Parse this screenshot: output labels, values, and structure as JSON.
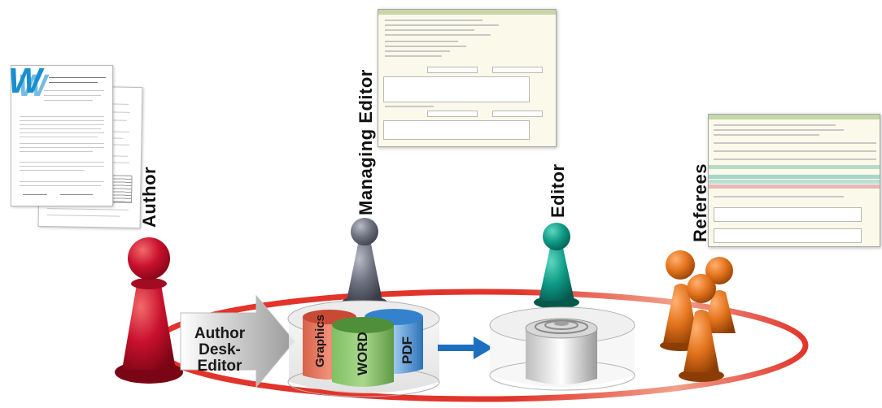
{
  "roles": {
    "author": "Author",
    "managing_editor": "Managing Editor",
    "editor": "Editor",
    "referees": "Referees"
  },
  "arrow_label": [
    "Author",
    "Desk-",
    "Editor"
  ],
  "formats": {
    "graphics": "Graphics",
    "word": "WORD",
    "pdf": "PDF"
  },
  "colors": {
    "author_pawn": "#c8102e",
    "managing_editor_pawn": "#6e7280",
    "editor_pawn": "#0e9b86",
    "referees_pawn": "#e3731c",
    "ring": "#e2342a",
    "graphics_cylinder": "#d9624a",
    "word_cylinder": "#6fae52",
    "pdf_cylinder": "#3b8ed6",
    "flow_arrow": "#1f6fc0",
    "word_logo": "#1a8fd0"
  },
  "icons": {
    "manuscript": "manuscript-document-icon",
    "word_logo": "word-logo-icon",
    "managing_form": "managing-editor-form-thumbnail",
    "referee_form": "referee-form-thumbnail",
    "spiral": "spiral-icon"
  }
}
